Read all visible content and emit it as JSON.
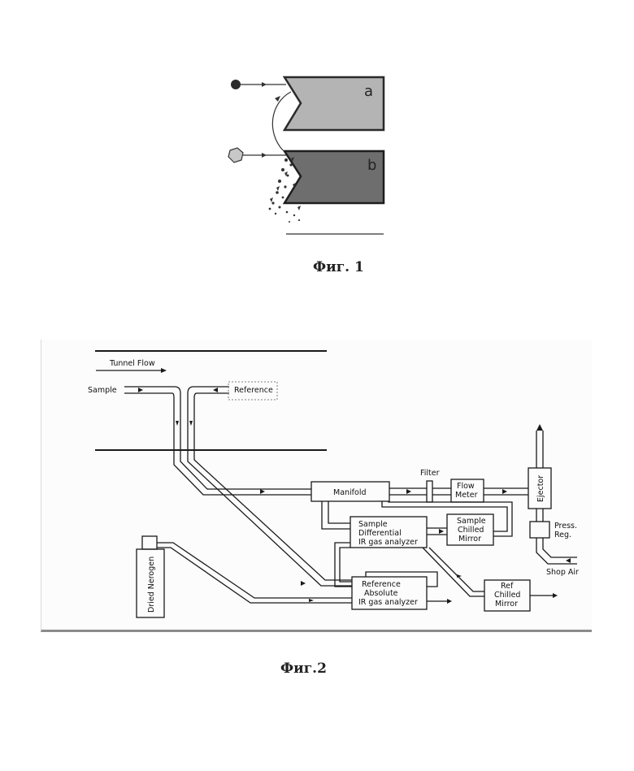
{
  "figure1": {
    "label_a": "a",
    "label_b": "b",
    "caption": "Фиг. 1"
  },
  "figure2": {
    "caption": "Фиг.2",
    "labels": {
      "tunnel_flow": "Tunnel Flow",
      "sample": "Sample",
      "reference": "Reference",
      "manifold": "Manifold",
      "filter": "Filter",
      "flow_meter_1": "Flow",
      "flow_meter_2": "Meter",
      "ejector": "Ejector",
      "sample_chilled_1": "Sample",
      "sample_chilled_2": "Chilled",
      "sample_chilled_3": "Mirror",
      "sample_diff_1": "Sample",
      "sample_diff_2": "Differential",
      "sample_diff_3": "IR gas analyzer",
      "press_reg_1": "Press.",
      "press_reg_2": "Reg.",
      "shop_air": "Shop Air",
      "dried_nitrogen": "Dried Nerogen",
      "ref_abs_1": "Reference",
      "ref_abs_2": "Absolute",
      "ref_abs_3": "IR gas analyzer",
      "ref_chilled_1": "Ref",
      "ref_chilled_2": "Chilled",
      "ref_chilled_3": "Mirror"
    }
  }
}
